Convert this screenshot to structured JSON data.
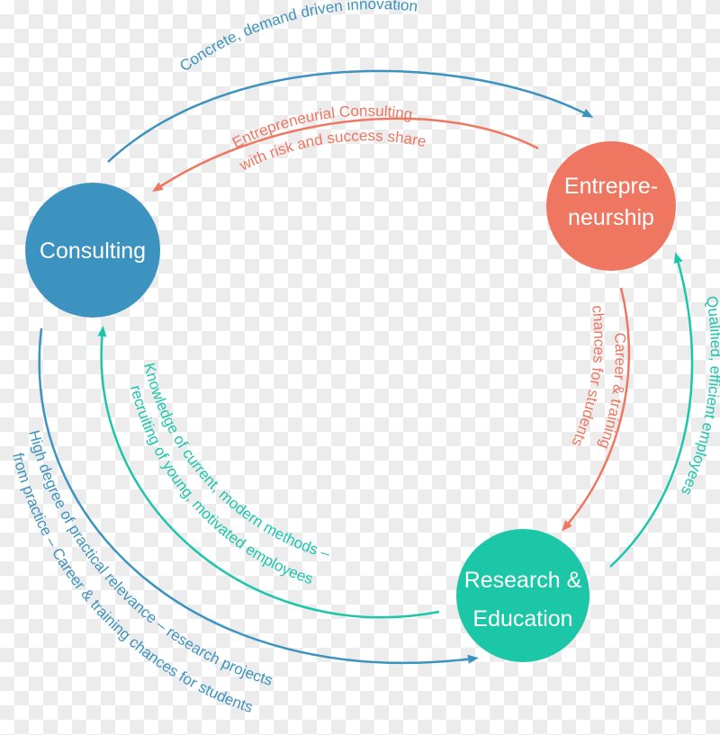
{
  "colors": {
    "blue": "#3d93c0",
    "salmon": "#ef7660",
    "teal": "#1ec5ad",
    "node_teal": "#1cc7a8",
    "background_checker": "#ececec"
  },
  "nodes": {
    "consulting": {
      "label": "Consulting"
    },
    "entrepreneurship": {
      "line1": "Entrepre-",
      "line2": "neurship"
    },
    "research": {
      "line1": "Research &",
      "line2": "Education"
    }
  },
  "flows": {
    "top": "Concrete, demand driven innovation",
    "entre_consult_1": "Entrepreneurial Consulting",
    "entre_consult_2": "with risk and success share",
    "career_1": "Career & training",
    "career_2": "chances for students",
    "qualified": "Qualified, efficient employees",
    "knowledge_1": "Knowledge of current, modern methods –",
    "knowledge_2": "recruiting of young, motivated employees",
    "practical_1": "High degree of practical relevance – research projects",
    "practical_2": "from practice – Career & training chances for students"
  }
}
